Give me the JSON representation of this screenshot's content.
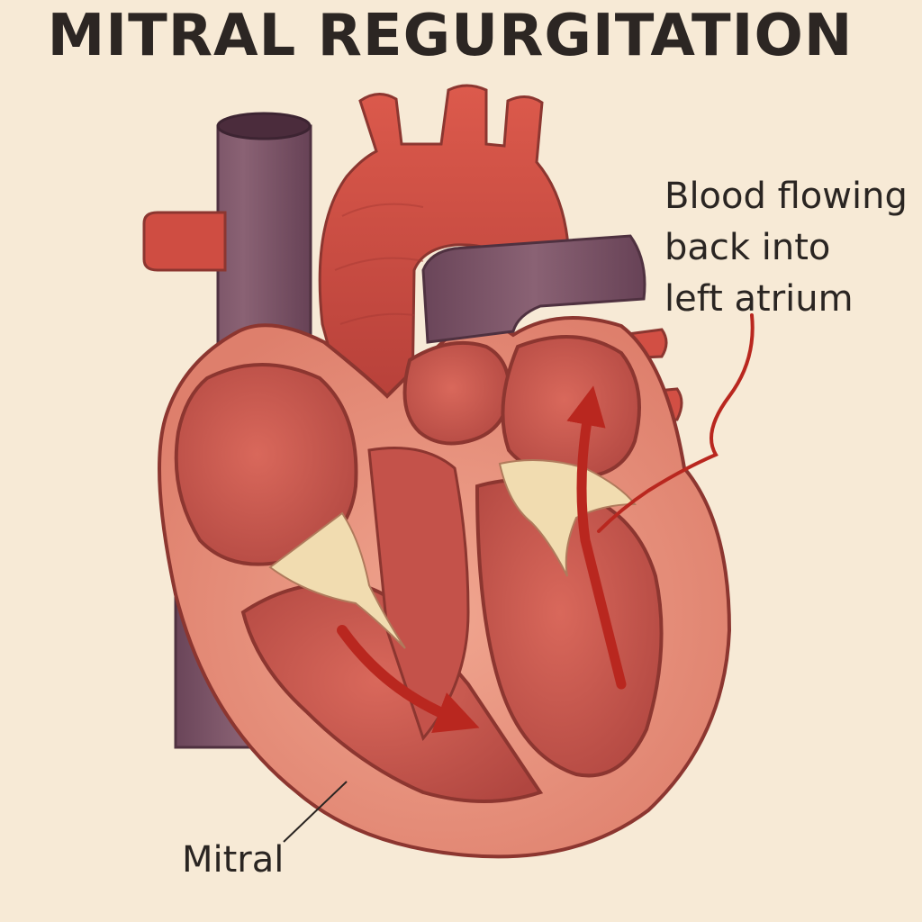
{
  "diagram": {
    "title": "MITRAL REGURGITATION",
    "callout_lines": [
      "Blood flowing",
      "back into",
      "left atrium"
    ],
    "bottom_label": "Mitral"
  },
  "colors": {
    "background": "#f7ead6",
    "vessel_red": "#d24f44",
    "vein_purple": "#7c5466",
    "myocardium": "#e68f7a",
    "chamber": "#c9564c",
    "valve": "#f1dcb0",
    "arrow": "#b9271f",
    "outline": "#8c3630"
  }
}
